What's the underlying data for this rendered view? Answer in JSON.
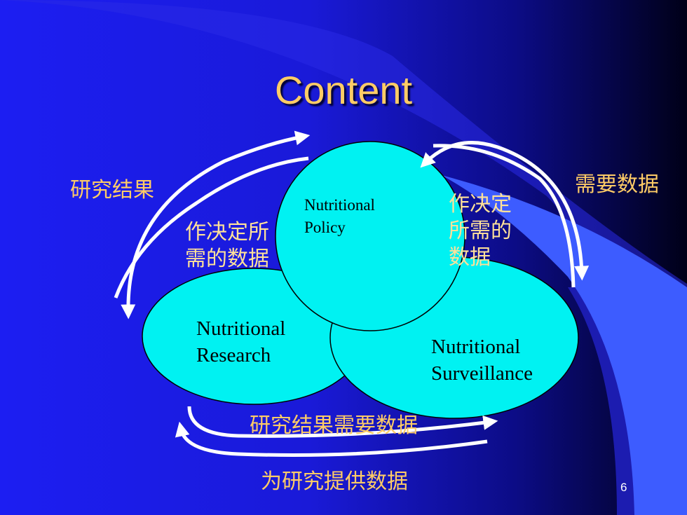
{
  "slide": {
    "title": "Content",
    "page_number": "6"
  },
  "labels": {
    "top_left": "研究结果",
    "top_right": "需要数据",
    "left_inner_line1": "作决定所",
    "left_inner_line2": "需的数据",
    "right_inner_line1": "作决定",
    "right_inner_line2": "所需的",
    "right_inner_line3": "数据",
    "bottom_upper": "研究结果需要数据",
    "bottom_lower": "为研究提供数据"
  },
  "circles": {
    "policy_line1": "Nutritional",
    "policy_line2": "Policy",
    "research_line1": "Nutritional",
    "research_line2": "Research",
    "surveillance_line1": "Nutritional",
    "surveillance_line2": "Surveillance"
  },
  "colors": {
    "background": "#1f1ff0",
    "circle_fill": "#00f5f5",
    "label_text": "#ffcc66",
    "arrow": "#ffffff"
  }
}
